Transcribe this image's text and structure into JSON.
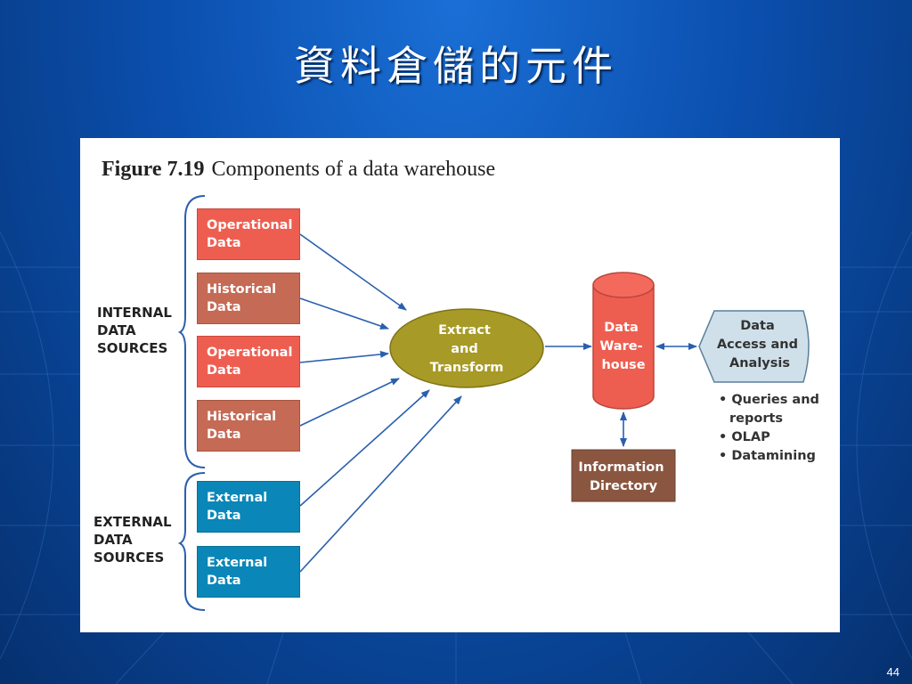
{
  "slide": {
    "title": "資料倉儲的元件",
    "page_number": "44"
  },
  "figure": {
    "number": "Figure 7.19",
    "caption": "Components of a data warehouse"
  },
  "internal_sources": {
    "label_line1": "INTERNAL",
    "label_line2": "DATA",
    "label_line3": "SOURCES",
    "boxes": [
      {
        "line1": "Operational",
        "line2": "Data"
      },
      {
        "line1": "Historical",
        "line2": "Data"
      },
      {
        "line1": "Operational",
        "line2": "Data"
      },
      {
        "line1": "Historical",
        "line2": "Data"
      }
    ]
  },
  "external_sources": {
    "label_line1": "EXTERNAL",
    "label_line2": "DATA",
    "label_line3": "SOURCES",
    "boxes": [
      {
        "line1": "External",
        "line2": "Data"
      },
      {
        "line1": "External",
        "line2": "Data"
      }
    ]
  },
  "extract": {
    "line1": "Extract",
    "line2": "and",
    "line3": "Transform"
  },
  "warehouse": {
    "line1": "Data",
    "line2": "Ware-",
    "line3": "house"
  },
  "directory": {
    "line1": "Information",
    "line2": "Directory"
  },
  "access": {
    "line1": "Data",
    "line2": "Access and",
    "line3": "Analysis"
  },
  "access_bullets": {
    "b1_line1": "• Queries and",
    "b1_line2": "reports",
    "b2": "• OLAP",
    "b3": "• Datamining"
  },
  "colors": {
    "background": "#0b4fae",
    "operational": "#ee5e50",
    "historical": "#c56a55",
    "external": "#0a87b8",
    "extract": "#a79a26",
    "warehouse": "#ee5e50",
    "directory": "#8a5640",
    "access": "#cfe0ea",
    "arrow": "#2a5fae"
  }
}
